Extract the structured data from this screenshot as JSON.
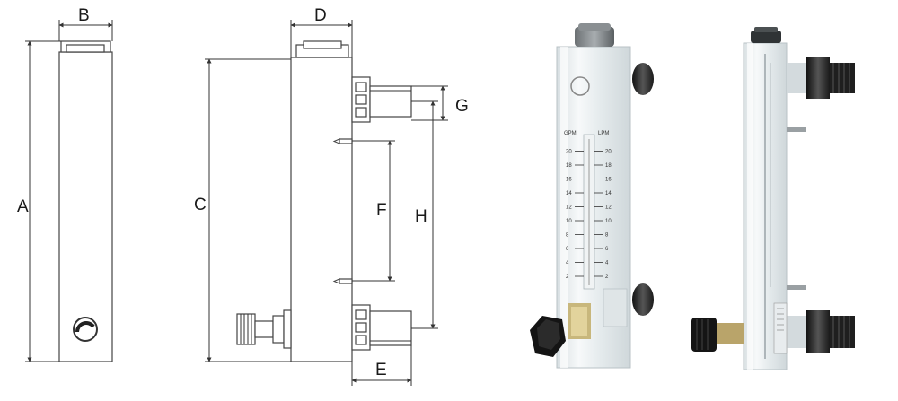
{
  "drawing": {
    "labels": {
      "A": "A",
      "B": "B",
      "C": "C",
      "D": "D",
      "E": "E",
      "F": "F",
      "G": "G",
      "H": "H"
    }
  },
  "photo_front": {
    "scale_left_unit": "GPM",
    "scale_right_unit": "LPM",
    "scale_ticks": [
      "2",
      "4",
      "6",
      "8",
      "10",
      "12",
      "14",
      "16",
      "18",
      "20"
    ]
  },
  "colors": {
    "line": "#333333",
    "body_fill": "#ffffff",
    "acrylic": "#e9eef0",
    "fitting_dark": "#2a2a2a",
    "brass": "#b9a46a"
  }
}
